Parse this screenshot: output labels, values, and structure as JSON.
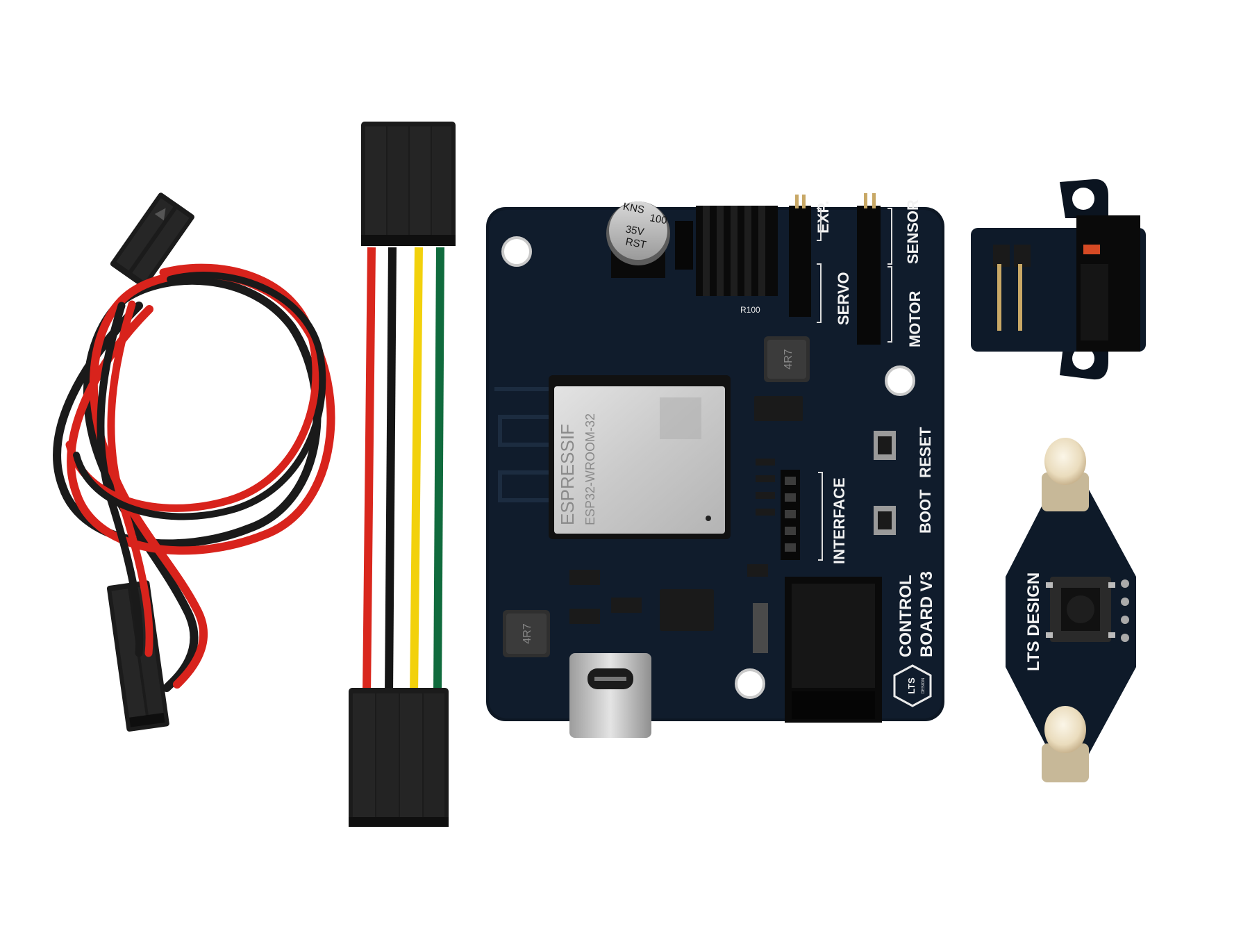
{
  "board": {
    "capacitor": {
      "line1": "KNS",
      "line2": "100",
      "line3": "35V",
      "line4": "RST"
    },
    "labels": {
      "exp": "EXP.",
      "sensor": "SENSOR",
      "servo": "SERVO",
      "motor": "MOTOR",
      "interface": "INTERFACE",
      "boot": "BOOT",
      "reset": "RESET",
      "control": "CONTROL",
      "board_v3": "BOARD V3"
    },
    "module": {
      "brand": "ESPRESSIF",
      "model": "ESP32-WROOM-32"
    },
    "inductor_top": "4R7",
    "inductor_bottom": "4R7",
    "resistor": "R100",
    "logo_line1": "LTS",
    "logo_line2": "DESIGN"
  },
  "led_module": {
    "label": "LTS DESIGN"
  }
}
